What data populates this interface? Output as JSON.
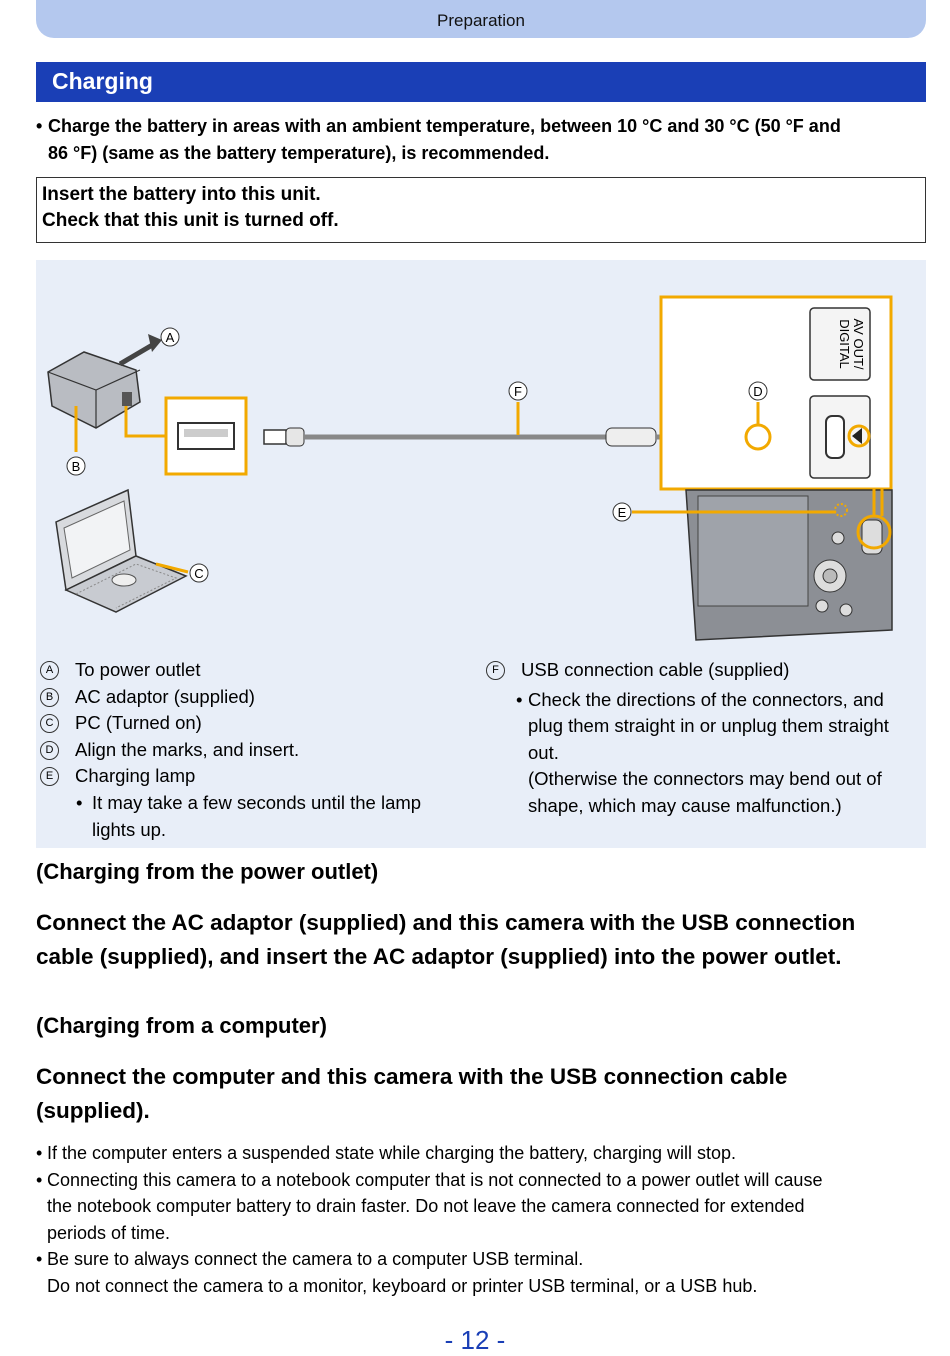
{
  "header": {
    "title": "Preparation"
  },
  "section": {
    "title": "Charging"
  },
  "intro": {
    "bullet": "•",
    "line1": "Charge the battery in areas with an ambient temperature, between 10 °C and 30 °C (50 °F and",
    "line2": "86 °F) (same as the battery temperature), is recommended."
  },
  "box": {
    "line1": "Insert the battery into this unit.",
    "line2": "Check that this unit is turned off."
  },
  "diagram": {
    "markers": [
      "A",
      "B",
      "C",
      "D",
      "E",
      "F"
    ],
    "port_label_1": "AV OUT/",
    "port_label_2": "DIGITAL"
  },
  "legend_left": [
    {
      "mark": "A",
      "text": "To power outlet"
    },
    {
      "mark": "B",
      "text": "AC adaptor (supplied)"
    },
    {
      "mark": "C",
      "text": "PC (Turned on)"
    },
    {
      "mark": "D",
      "text": "Align the marks, and insert."
    },
    {
      "mark": "E",
      "text": "Charging lamp"
    }
  ],
  "legend_left_sub": {
    "line1": "It may take a few seconds until the lamp",
    "line2": "lights up."
  },
  "legend_right": {
    "mark": "F",
    "text": "USB connection cable (supplied)",
    "sub1": "Check the directions of the connectors, and",
    "sub2": "plug them straight in or unplug them straight",
    "sub3": "out.",
    "sub4": "(Otherwise the connectors may bend out of",
    "sub5": "shape, which may cause malfunction.)"
  },
  "outlet": {
    "heading": "(Charging from the power outlet)",
    "step1": "Connect the AC adaptor (supplied) and this camera with the USB connection",
    "step2": "cable (supplied), and insert the AC adaptor (supplied) into the power outlet."
  },
  "computer": {
    "heading": "(Charging from a computer)",
    "step1": "Connect the computer and this camera with the USB connection cable",
    "step2": "(supplied)."
  },
  "notes": {
    "n1": "If the computer enters a suspended state while charging the battery, charging will stop.",
    "n2a": "Connecting this camera to a notebook computer that is not connected to a power outlet will cause",
    "n2b": "the notebook computer battery to drain faster. Do not leave the camera connected for extended",
    "n2c": "periods of time.",
    "n3a": "Be sure to always connect the camera to a computer USB terminal.",
    "n3b": "Do not connect the camera to a monitor, keyboard or printer USB terminal, or a USB hub."
  },
  "footer": {
    "page": "- 12 -"
  },
  "colors": {
    "accent": "#1a3fb6",
    "header": "#b4c8ee",
    "callout": "#f2a900",
    "panel": "#e8eef8"
  }
}
